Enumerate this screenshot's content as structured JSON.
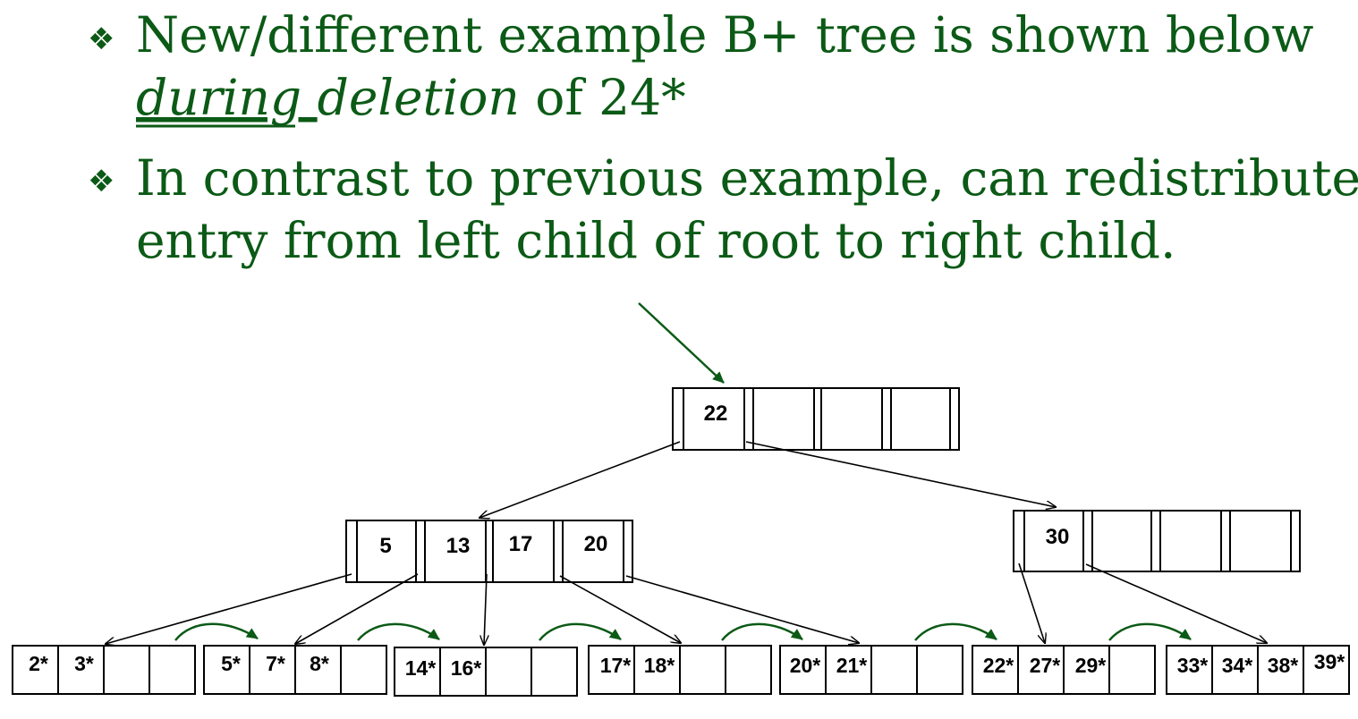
{
  "bullets": [
    {
      "symbol": "❖",
      "line1": "New/different example B+ tree is shown below",
      "line2_underlined_italic": "during ",
      "line2_italic": "deletion",
      "line2_rest": " of 24*"
    },
    {
      "symbol": "❖",
      "line1": "In contrast to previous example, can redistribute",
      "line2": "entry from left child of root to right child."
    }
  ],
  "tree": {
    "root": {
      "keys": [
        "22",
        "",
        "",
        ""
      ]
    },
    "left_inner": {
      "keys": [
        "5",
        "13",
        "17",
        "20"
      ]
    },
    "right_inner": {
      "keys": [
        "30",
        "",
        "",
        ""
      ]
    },
    "leaves": [
      [
        "2*",
        "3*",
        "",
        ""
      ],
      [
        "5*",
        "7*",
        "8*",
        ""
      ],
      [
        "14*",
        "16*",
        "",
        ""
      ],
      [
        "17*",
        "18*",
        "",
        ""
      ],
      [
        "20*",
        "21*",
        "",
        ""
      ],
      [
        "22*",
        "27*",
        "29*",
        ""
      ],
      [
        "33*",
        "34*",
        "38*",
        "39*"
      ]
    ]
  },
  "colors": {
    "text": "#0b5a16",
    "arrow_green": "#0b5a16",
    "lines": "#000000"
  }
}
